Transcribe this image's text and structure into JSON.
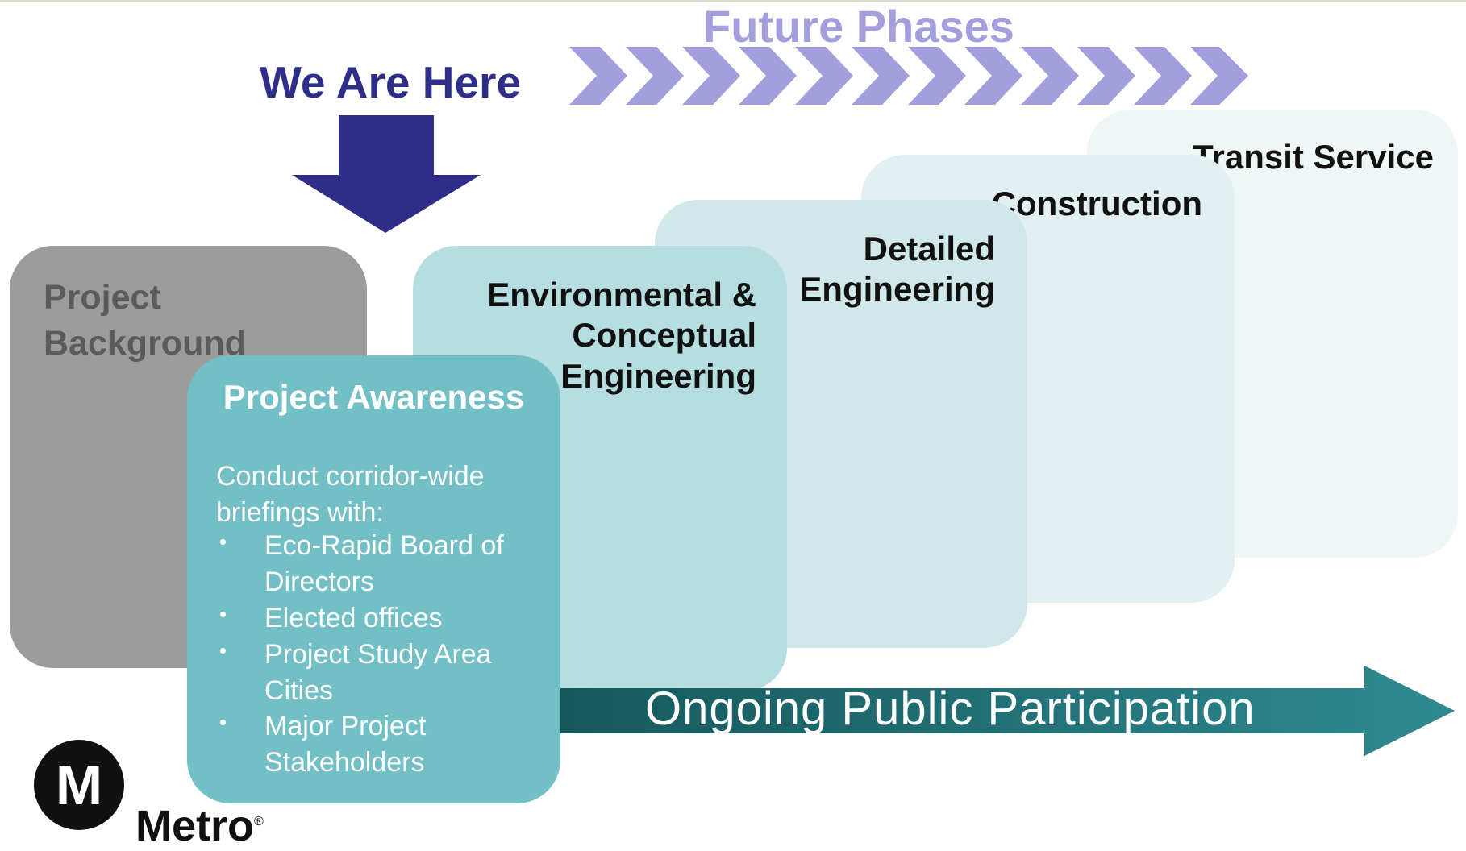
{
  "header": {
    "we_are_here": "We Are Here",
    "future_phases": "Future Phases"
  },
  "phases": {
    "project_background": "Project\nBackground",
    "project_awareness": {
      "title": "Project Awareness",
      "intro": "Conduct corridor-wide briefings with:",
      "items": [
        "Eco-Rapid Board of Directors",
        "Elected offices",
        "Project Study Area Cities",
        "Major Project Stakeholders"
      ]
    },
    "environmental": "Environmental &\nConceptual\nEngineering",
    "detailed_engineering": "Detailed\nEngineering",
    "construction": "Construction",
    "transit_service": "Transit Service"
  },
  "ongoing": "Ongoing Public Participation",
  "logo": {
    "letter": "M",
    "wordmark": "Metro",
    "registered": "®"
  },
  "colors": {
    "here_arrow": "#2e2e89",
    "future_chevrons": "#a39fdd",
    "ongoing_arrow_dark": "#145459",
    "ongoing_arrow_light": "#2e8a8f"
  }
}
